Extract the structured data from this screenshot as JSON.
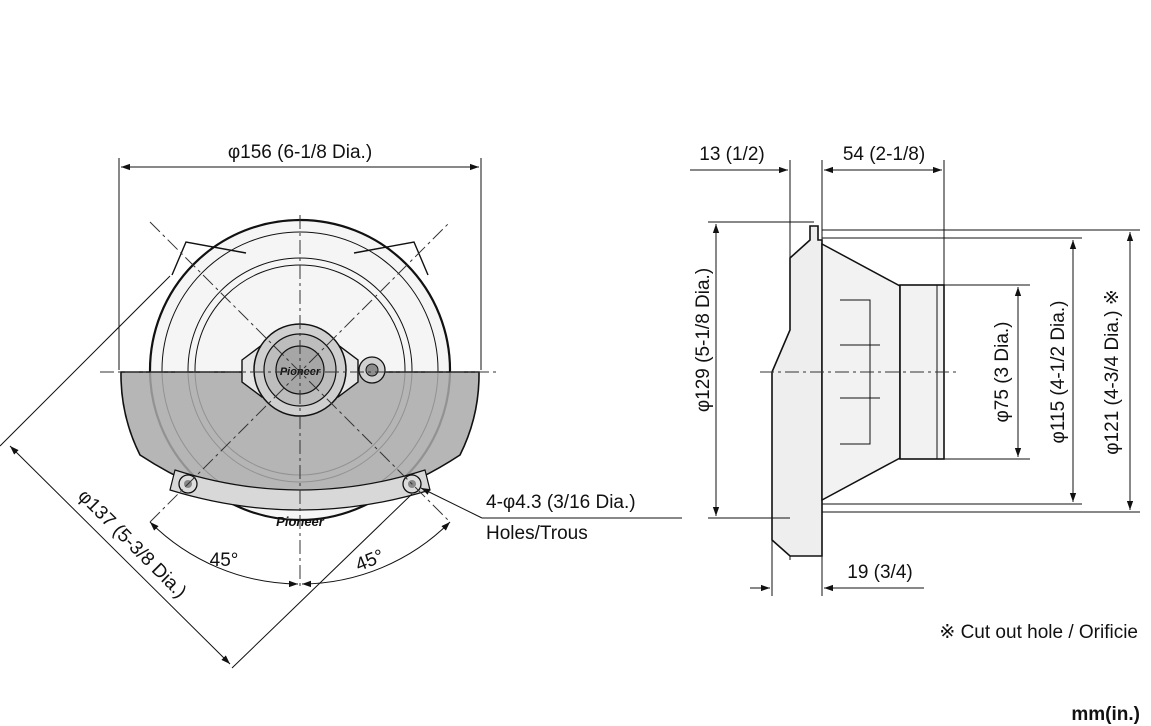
{
  "units": "mm(in.)",
  "front_view": {
    "outer_diameter": "φ156 (6-1/8 Dia.)",
    "hole_circle_diameter": "φ137 (5-3/8 Dia.)",
    "angle_left": "45°",
    "angle_right": "45°",
    "holes_line1": "4-φ4.3 (3/16 Dia.)",
    "holes_line2": "Holes/Trous",
    "logo_center": "Pioneer",
    "logo_bottom": "Pioneer"
  },
  "side_view": {
    "flange_thickness": "13 (1/2)",
    "depth": "54 (2-1/8)",
    "mount_depth": "19 (3/4)",
    "dia_129": "φ129 (5-1/8 Dia.)",
    "dia_75": "φ75 (3 Dia.)",
    "dia_115": "φ115 (4-1/2 Dia.)",
    "dia_121": "φ121 (4-3/4 Dia.) ※"
  },
  "note": "※ Cut out hole / Orificie",
  "colors": {
    "line": "#111111",
    "shade": "#a9a9a9",
    "fill": "#f2f2f2"
  }
}
